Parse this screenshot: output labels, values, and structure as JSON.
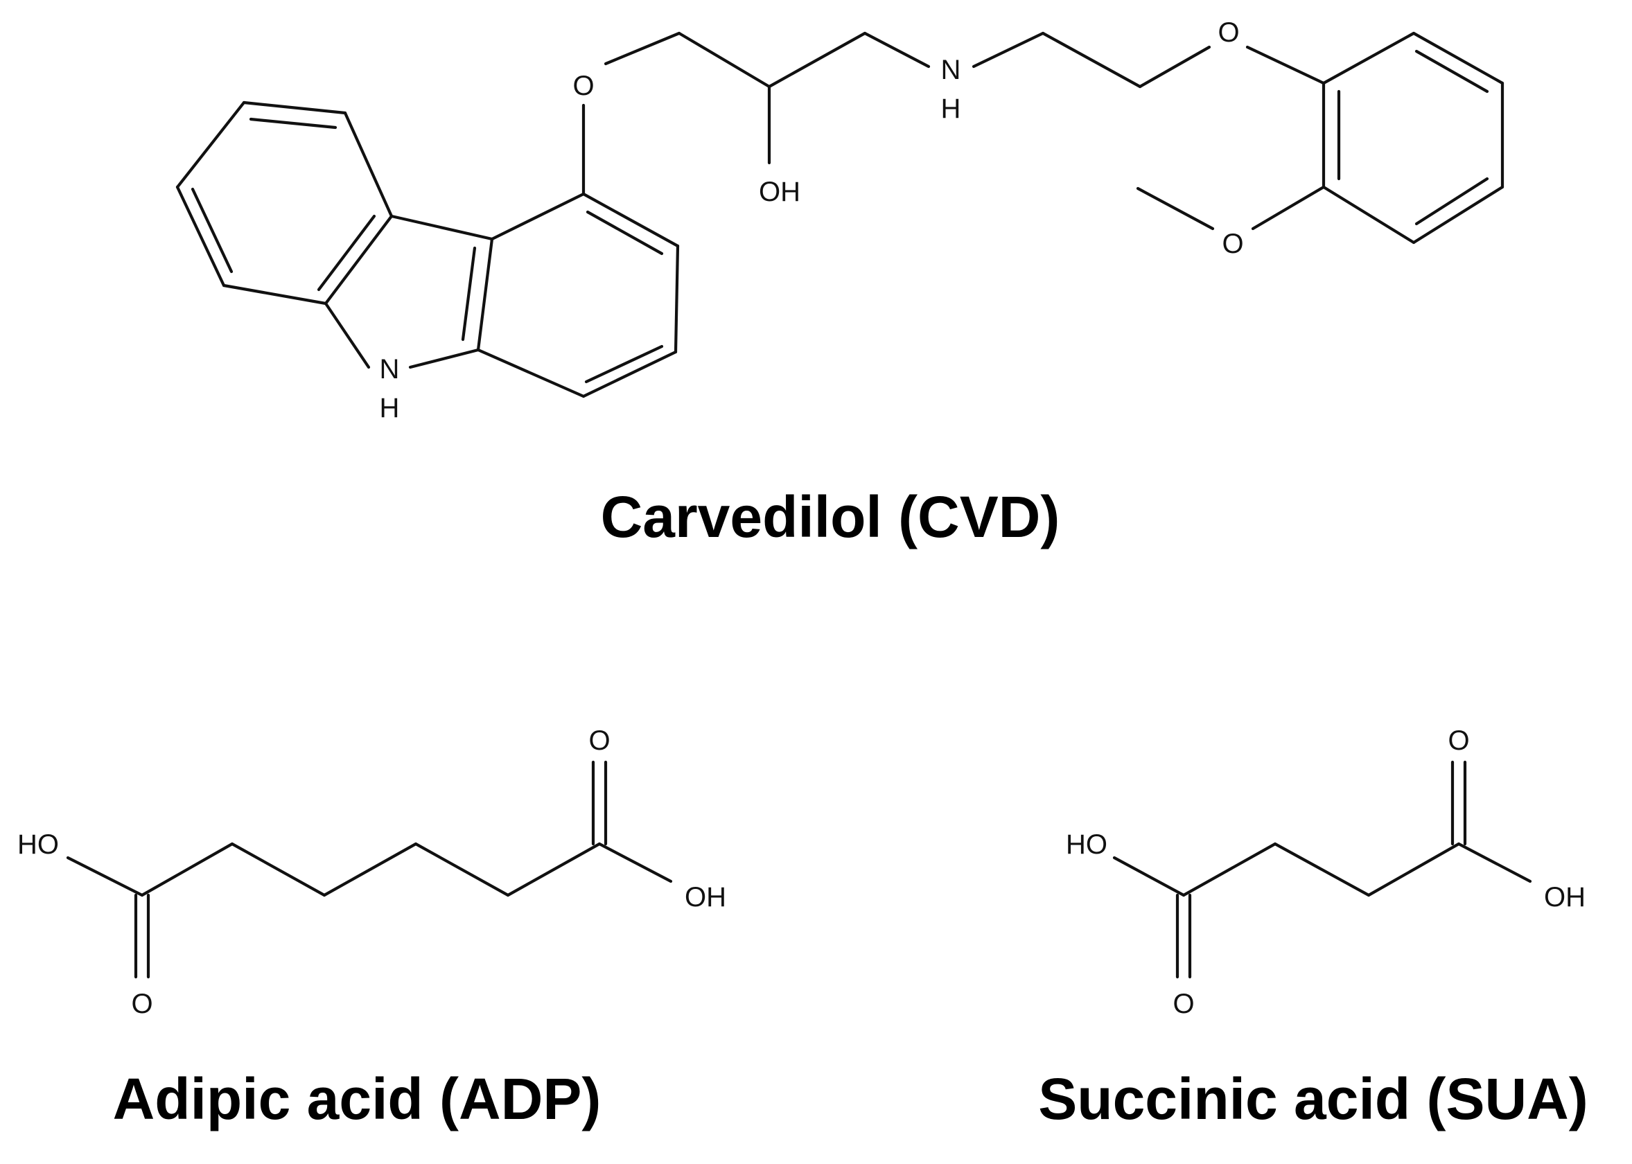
{
  "figure": {
    "molecules": [
      {
        "id": "cvd",
        "caption": "Carvedilol (CVD)",
        "atom_labels": {
          "O1": "O",
          "OH": "OH",
          "N": "N",
          "NH_h": "H",
          "O2": "O",
          "O3": "O",
          "carbazole_N": "N",
          "carbazole_H": "H"
        }
      },
      {
        "id": "adp",
        "caption": "Adipic acid (ADP)",
        "atom_labels": {
          "HO": "HO",
          "O_left": "O",
          "O_right": "O",
          "OH": "OH"
        }
      },
      {
        "id": "sua",
        "caption": "Succinic acid (SUA)",
        "atom_labels": {
          "HO": "HO",
          "O_left": "O",
          "O_right": "O",
          "OH": "OH"
        }
      }
    ]
  }
}
